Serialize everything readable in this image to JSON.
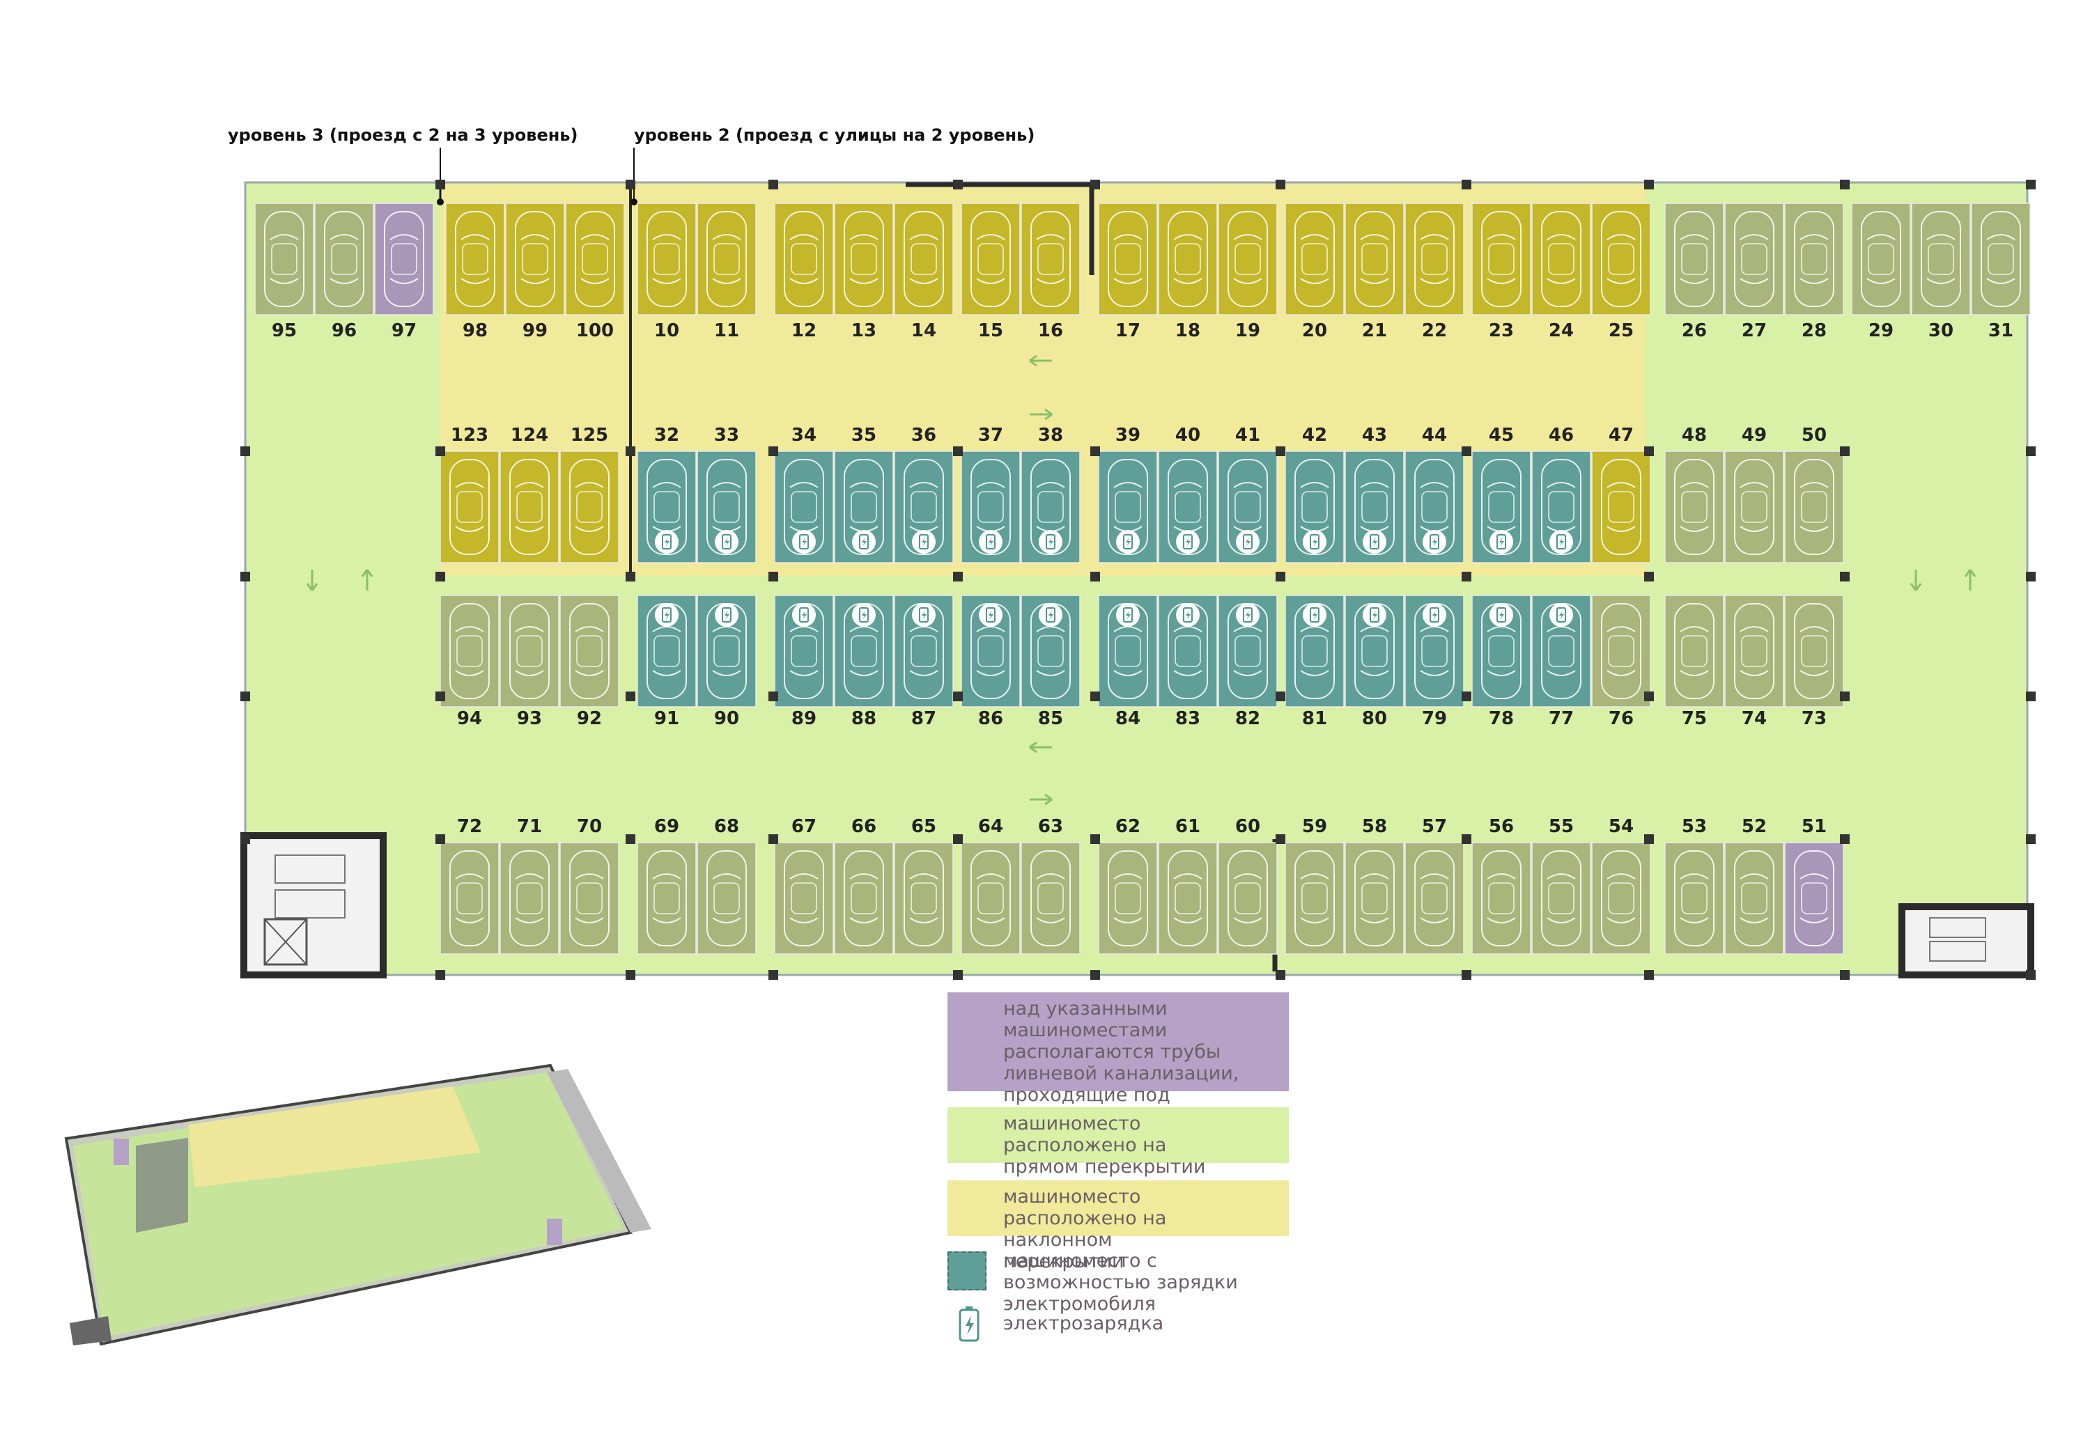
{
  "annotations": {
    "level3": "уровень 3 (проезд с 2 на 3 уровень)",
    "level2": "уровень 2 (проезд с улицы на 2 уровень)"
  },
  "colors": {
    "flat": "#d8f1a6",
    "slope": "#f1ea9b",
    "slot_flat": "#a9b57a",
    "slot_slope": "#c4b72a",
    "slot_ev": "#5f9f98",
    "slot_pipes": "#a897b9",
    "wall": "#2b2b2b",
    "column": "#333333"
  },
  "rows": [
    {
      "name": "top",
      "labels_below": true,
      "slots": [
        {
          "n": "95",
          "t": "flat"
        },
        {
          "n": "96",
          "t": "flat"
        },
        {
          "n": "97",
          "t": "pipes"
        },
        {
          "n": "98",
          "t": "slope"
        },
        {
          "n": "99",
          "t": "slope"
        },
        {
          "n": "100",
          "t": "slope"
        },
        {
          "n": "10",
          "t": "slope"
        },
        {
          "n": "11",
          "t": "slope"
        },
        {
          "n": "12",
          "t": "slope"
        },
        {
          "n": "13",
          "t": "slope"
        },
        {
          "n": "14",
          "t": "slope"
        },
        {
          "n": "15",
          "t": "slope"
        },
        {
          "n": "16",
          "t": "slope"
        },
        {
          "n": "17",
          "t": "slope"
        },
        {
          "n": "18",
          "t": "slope"
        },
        {
          "n": "19",
          "t": "slope"
        },
        {
          "n": "20",
          "t": "slope"
        },
        {
          "n": "21",
          "t": "slope"
        },
        {
          "n": "22",
          "t": "slope"
        },
        {
          "n": "23",
          "t": "slope"
        },
        {
          "n": "24",
          "t": "slope"
        },
        {
          "n": "25",
          "t": "slope"
        },
        {
          "n": "26",
          "t": "flat"
        },
        {
          "n": "27",
          "t": "flat"
        },
        {
          "n": "28",
          "t": "flat"
        },
        {
          "n": "29",
          "t": "flat"
        },
        {
          "n": "30",
          "t": "flat"
        },
        {
          "n": "31",
          "t": "flat"
        }
      ]
    },
    {
      "name": "middle-upper",
      "labels_below": false,
      "slots": [
        {
          "n": "123",
          "t": "slope"
        },
        {
          "n": "124",
          "t": "slope"
        },
        {
          "n": "125",
          "t": "slope"
        },
        {
          "n": "32",
          "t": "ev"
        },
        {
          "n": "33",
          "t": "ev"
        },
        {
          "n": "34",
          "t": "ev"
        },
        {
          "n": "35",
          "t": "ev"
        },
        {
          "n": "36",
          "t": "ev"
        },
        {
          "n": "37",
          "t": "ev"
        },
        {
          "n": "38",
          "t": "ev"
        },
        {
          "n": "39",
          "t": "ev"
        },
        {
          "n": "40",
          "t": "ev"
        },
        {
          "n": "41",
          "t": "ev"
        },
        {
          "n": "42",
          "t": "ev"
        },
        {
          "n": "43",
          "t": "ev"
        },
        {
          "n": "44",
          "t": "ev"
        },
        {
          "n": "45",
          "t": "ev"
        },
        {
          "n": "46",
          "t": "ev"
        },
        {
          "n": "47",
          "t": "slope"
        },
        {
          "n": "48",
          "t": "flat"
        },
        {
          "n": "49",
          "t": "flat"
        },
        {
          "n": "50",
          "t": "flat"
        }
      ]
    },
    {
      "name": "middle-lower",
      "labels_below": true,
      "slots": [
        {
          "n": "94",
          "t": "flat"
        },
        {
          "n": "93",
          "t": "flat"
        },
        {
          "n": "92",
          "t": "flat"
        },
        {
          "n": "91",
          "t": "ev"
        },
        {
          "n": "90",
          "t": "ev"
        },
        {
          "n": "89",
          "t": "ev"
        },
        {
          "n": "88",
          "t": "ev"
        },
        {
          "n": "87",
          "t": "ev"
        },
        {
          "n": "86",
          "t": "ev"
        },
        {
          "n": "85",
          "t": "ev"
        },
        {
          "n": "84",
          "t": "ev"
        },
        {
          "n": "83",
          "t": "ev"
        },
        {
          "n": "82",
          "t": "ev"
        },
        {
          "n": "81",
          "t": "ev"
        },
        {
          "n": "80",
          "t": "ev"
        },
        {
          "n": "79",
          "t": "ev"
        },
        {
          "n": "78",
          "t": "ev"
        },
        {
          "n": "77",
          "t": "ev"
        },
        {
          "n": "76",
          "t": "flat"
        },
        {
          "n": "75",
          "t": "flat"
        },
        {
          "n": "74",
          "t": "flat"
        },
        {
          "n": "73",
          "t": "flat"
        }
      ]
    },
    {
      "name": "bottom",
      "labels_below": false,
      "slots": [
        {
          "n": "72",
          "t": "flat"
        },
        {
          "n": "71",
          "t": "flat"
        },
        {
          "n": "70",
          "t": "flat"
        },
        {
          "n": "69",
          "t": "flat"
        },
        {
          "n": "68",
          "t": "flat"
        },
        {
          "n": "67",
          "t": "flat"
        },
        {
          "n": "66",
          "t": "flat"
        },
        {
          "n": "65",
          "t": "flat"
        },
        {
          "n": "64",
          "t": "flat"
        },
        {
          "n": "63",
          "t": "flat"
        },
        {
          "n": "62",
          "t": "flat"
        },
        {
          "n": "61",
          "t": "flat"
        },
        {
          "n": "60",
          "t": "flat"
        },
        {
          "n": "59",
          "t": "flat"
        },
        {
          "n": "58",
          "t": "flat"
        },
        {
          "n": "57",
          "t": "flat"
        },
        {
          "n": "56",
          "t": "flat"
        },
        {
          "n": "55",
          "t": "flat"
        },
        {
          "n": "54",
          "t": "flat"
        },
        {
          "n": "53",
          "t": "flat"
        },
        {
          "n": "52",
          "t": "flat"
        },
        {
          "n": "51",
          "t": "pipes"
        }
      ]
    }
  ],
  "legend": [
    {
      "key": "pipes",
      "text": "над указанными машиноместами располагаются трубы ливневой канализации, проходящие под потолком",
      "color": "#b5a2c6"
    },
    {
      "key": "flat",
      "text": "машиноместо расположено на прямом перекрытии",
      "color": "#d8f1a6"
    },
    {
      "key": "slope",
      "text": "машиноместо расположено на наклонном перекрытии",
      "color": "#f1ea9b"
    },
    {
      "key": "ev",
      "text": "машиноместо с возможностью зарядки электромобиля",
      "color": "#5f9f98"
    },
    {
      "key": "charger",
      "text": "электрозарядка",
      "icon": "ev-charger-icon"
    }
  ]
}
